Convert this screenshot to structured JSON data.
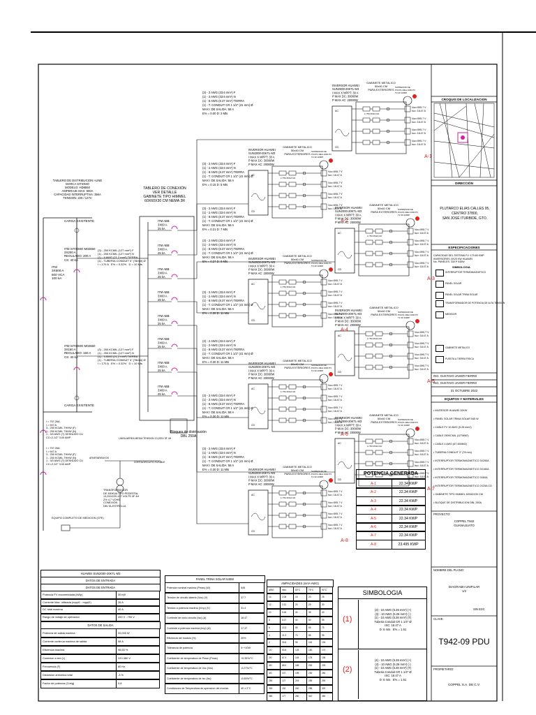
{
  "topbar_note": "",
  "main_board": {
    "lines": [
      "TABLERO DE DISTRIBUCION I-LINE",
      "MARCA SITIOMO",
      "MODELO: HD8550",
      "AMPERAJE MAX: 800A",
      "CAPACIDAD INTERRUPTIVA: 35kA",
      "TENSION: 220 / 127V"
    ]
  },
  "connection_board": {
    "lines": [
      "TABLERO DE CONEXIÓN",
      "VER DETALLE",
      "GABINETE TIPO HIMMEL",
      "60X60X30 CM NEMA 3R"
    ]
  },
  "itm_labels": [
    "ITM ABB",
    "3X60 A",
    "25 kA"
  ],
  "carga_existente": "CARGA EXISTENTE",
  "itm_main": [
    "ITM",
    "3X600 A",
    "600 VCA",
    "100 kA"
  ],
  "itm_secondary": [
    [
      "ITM SITIOMO M02550",
      "3X200 A",
      "REGULADO: 200 A",
      "CS: 40 kA"
    ],
    [
      "ITM SITIOMO M02550",
      "3X160 A",
      "REGULADO: 160 A",
      "CS: 40 kA"
    ]
  ],
  "feeder_texts": [
    [
      "(3) - 250 KCMIL (127 mm²) F",
      "(1) - 250 KCMIL (127 mm²) N",
      "(1) - 4 AWG (21.2 mm²) TIERRA",
      "(1) - TUBERIA CONDUIT 3\" (78mm) Ø",
      "I = 170 A   E% = 0.32%   D = 10 Mts"
    ],
    [
      "(3) - 250 KCMIL (127 mm²) F",
      "(1) - 250 KCMIL (127 mm²) N",
      "(1) - 4 AWG (21.2 mm²) TIERRA",
      "(1) - TUBERIA CONDUIT 3\" (78mm) Ø",
      "I = 170 A   E% = 0.32%   D = 10 Mts"
    ]
  ],
  "branch_texts": [
    [
      "(3) - 2 AWG (33.6 mm²) F",
      "(1) - 2 AWG (33.6 mm²) N",
      "(1) - 8 AWG (8.37 mm²) TIERRA",
      "(1) - T. CONDUIT CR 1 1/2\" (41 mm) Ø",
      "MAX I DE SALIDA: 58 A",
      "E% = 0.00   D: 2 Mts"
    ],
    [
      "(3) - 2 AWG (33.6 mm²) F",
      "(1) - 2 AWG (33.6 mm²) N",
      "(1) - 8 AWG (8.37 mm²) TIERRA",
      "(1) - T. CONDUIT CR 1 1/2\" (41 mm) Ø",
      "MAX I DE SALIDA: 58 A",
      "E% = 0.15   D: 5 Mts"
    ],
    [
      "(3) - 2 AWG (33.6 mm²) F",
      "(1) - 2 AWG (33.6 mm²) N",
      "(1) - 8 AWG (8.37 mm²) TIERRA",
      "(1) - T. CONDUIT CR 1 1/2\" (41 mm) Ø",
      "MAX I DE SALIDA: 58 A",
      "E% = 0.21   D: 7 Mts"
    ],
    [
      "(3) - 2 AWG (33.6 mm²) F",
      "(1) - 2 AWG (33.6 mm²) N",
      "(1) - 8 AWG (8.37 mm²) TIERRA",
      "(1) - T. CONDUIT CR 1 1/2\" (41 mm) Ø",
      "MAX I DE SALIDA: 58 A",
      "E% = 0.27   D: 9 Mts"
    ],
    [
      "(3) - 2 AWG (33.6 mm²) F",
      "(1) - 2 AWG (33.6 mm²) N",
      "(1) - 8 AWG (8.37 mm²) TIERRA",
      "(1) - T. CONDUIT CR 1 1/2\" (41 mm) Ø",
      "MAX I DE SALIDA: 58 A",
      "E% = 0.30   D: 11 Mts"
    ],
    [
      "(3) - 2 AWG (33.6 mm²) F",
      "(1) - 2 AWG (33.6 mm²) N",
      "(1) - 8 AWG (8.37 mm²) TIERRA",
      "(1) - T. CONDUIT CR 1 1/2\" (41 mm) Ø",
      "MAX I DE SALIDA: 58 A",
      "E% = 0.30   D: 11 Mts"
    ],
    [
      "(3) - 2 AWG (33.6 mm²) F",
      "(1) - 2 AWG (33.6 mm²) N",
      "(1) - 8 AWG (8.37 mm²) TIERRA",
      "(1) - T. CONDUIT CR 1 1/2\" (41 mm) Ø",
      "MAX I DE SALIDA: 58 A",
      "E% = 0.30   D: 11 Mts"
    ],
    [
      "(3) - 2 AWG (33.6 mm²) F",
      "(1) - 2 AWG (33.6 mm²) N",
      "(1) - 8 AWG (8.37 mm²) TIERRA",
      "(1) - T. CONDUIT CR 1 1/2\" (41 mm) Ø",
      "MAX I DE SALIDA: 58 A",
      "E% = 0.30   D: 11 Mts"
    ]
  ],
  "inverter": {
    "lines": [
      "INVERSOR HUAWEI",
      "SUN2000-20KTL-M3",
      "I MAX X MPPT: 30 A",
      "P MAX DC: 30000W",
      "P MAX AC: 20000W"
    ],
    "cabinet": [
      "GABINETE METALICO",
      "50x40 CM",
      "PARA EXTERIORES"
    ],
    "surge": [
      "SUPRESOR DE",
      "PICOS 40kA 1000 PV",
      "T2 40 1000P"
    ],
    "voc": "Voc=595.7 V",
    "isc": "Isc= 18.47 A",
    "fuse": "1 ITM 25/2A CD"
  },
  "arrays": [
    "A-1",
    "A-2",
    "A-3",
    "A-4",
    "A-5",
    "A-6",
    "A-7",
    "A-8"
  ],
  "potencia": {
    "title": "POTENCIA GENERADA",
    "rows": [
      {
        "id": "A-1",
        "val": "22.34 KWP"
      },
      {
        "id": "A-2",
        "val": "22.34 KWP"
      },
      {
        "id": "A-3",
        "val": "22.34 KWP"
      },
      {
        "id": "A-4",
        "val": "22.34 KWP"
      },
      {
        "id": "A-5",
        "val": "22.34 KWP"
      },
      {
        "id": "A-6",
        "val": "22.34 KWP"
      },
      {
        "id": "A-7",
        "val": "22.34 KWP"
      },
      {
        "id": "A-8",
        "val": "23.495 KWP"
      }
    ]
  },
  "simbologia": {
    "title": "SIMBOLOGIA",
    "items": [
      {
        "num": "(1)",
        "lines": [
          "(3) - 10 AWG (5.26 mm²) (+)",
          "(3) - 10 AWG (5.26 mm²) (-)",
          "(1) - 10 AWG (5.26 mm²) (T)",
          "Tuberia Conduit CR 1 1/4\" Ø",
          "ISC: 18.47 A",
          "D: 6 mts   E% = 1.51"
        ]
      },
      {
        "num": "(2)",
        "lines": [
          "(4) - 10 AWG (5.26 mm²) (+)",
          "(4) - 10 AWG (5.26 mm²) (-)",
          "(1) - 10 AWG (5.26 mm²) (T)",
          "Tuberia Conduit CR 1 1/4\" Ø",
          "ISC: 18.47 A",
          "D: 6 mts   E% = 1.51"
        ]
      }
    ]
  },
  "inverter_table": {
    "title": "HUAWEI SUN2000-20KTL-M3",
    "sub1": "DATOS DE ENTRADA",
    "header_row": "DATOS DE ENTRADA",
    "input_rows": [
      [
        "Potencia FV recomendada (kWp)",
        "30 kW"
      ],
      [
        "Corriente Max. utilizada (mppt1 - mppt2)",
        "26 A"
      ],
      [
        "DC total maxima",
        "40 A"
      ],
      [
        "Rango de voltaje de operacion",
        "200 V - 750 V"
      ]
    ],
    "sub2": "DATOS DE SALIDA",
    "output_rows": [
      [
        "Potencia de salida maxima",
        "20,000 W"
      ],
      [
        "Corriente continua maxima de salida",
        "58 A"
      ],
      [
        "Eficiencia maxima",
        "98.65 %"
      ],
      [
        "Conexion a red (L)",
        "220-380 V"
      ],
      [
        "Frecuencia (F)",
        "60 Hz"
      ],
      [
        "Distorsion armonica total",
        "-3 %"
      ],
      [
        "Factor de potencia (Coeg)",
        "0.8"
      ]
    ]
  },
  "panel_table": {
    "title": "PANEL TRINA SOLAR 545W",
    "rows": [
      [
        "Potencia nominal maxima (Pmax) (W)",
        "545"
      ],
      [
        "Tension de circuito abierto (Voc) (V)",
        "37.7"
      ],
      [
        "Tension a potencia maxima (Vmp) (V)",
        "31.4"
      ],
      [
        "Corriente de corto circuito (Isc) (A)",
        "18.47"
      ],
      [
        "Corriente a potencia maxima (Imp) (A)",
        "17.37"
      ],
      [
        "Eficiencia del modulo (%)",
        "20%"
      ],
      [
        "Tolerancia de potencia",
        "0~+10W"
      ],
      [
        "Coeficiente de temperatura de Pmax (Pmax)",
        "+0.35%/°C"
      ],
      [
        "Coeficiente de temperatura de Voc (Voc)",
        "-0.27%/°C"
      ],
      [
        "Coeficiente de temperatura de Isc (Isc)",
        "-0.05%/°C"
      ],
      [
        "Condiciones de Temperatura de operacion del modulo",
        "40 ± 2°C"
      ]
    ]
  },
  "ampacidad": {
    "title": "AMPACIDADES (mm²-AWG)",
    "header": [
      "AWG",
      "mm²",
      "60°C",
      "75°C",
      "90°C"
    ],
    "rows": [
      [
        "14",
        "2.08",
        "15",
        "20",
        "25"
      ],
      [
        "12",
        "3.31",
        "20",
        "25",
        "30"
      ],
      [
        "10",
        "5.26",
        "30",
        "35",
        "40"
      ],
      [
        "8",
        "8.37",
        "40",
        "50",
        "55"
      ],
      [
        "6",
        "13.3",
        "55",
        "65",
        "75"
      ],
      [
        "4",
        "21.2",
        "70",
        "85",
        "95"
      ],
      [
        "2",
        "33.6",
        "95",
        "115",
        "130"
      ],
      [
        "1/0",
        "53.5",
        "125",
        "150",
        "170"
      ],
      [
        "2/0",
        "67.4",
        "145",
        "175",
        "195"
      ],
      [
        "3/0",
        "85.0",
        "165",
        "200",
        "225"
      ],
      [
        "4/0",
        "107",
        "195",
        "230",
        "260"
      ],
      [
        "250",
        "127",
        "215",
        "255",
        "290"
      ],
      [
        "300",
        "152",
        "240",
        "285",
        "320"
      ],
      [
        "350",
        "177",
        "260",
        "310",
        "350"
      ]
    ]
  },
  "transformer": {
    "lines": [
      "TRANSFORMADOR",
      "DE 300KVA TIPO PEDESTAL",
      "13,200/220-127 VOLTS 3F 4H",
      "Z% 4.7 VOHS",
      "CONEXION",
      "DELTA-ESTRELLA"
    ]
  },
  "meter_label": "EQUIPO COMPLETO DE MEDICION (CFE)",
  "distribution_blocks": [
    "Bloques de distribución",
    "DBL 250A"
  ],
  "left_notes": [
    [
      "I = 757.26A",
      "I = 947 A",
      "3 - 250 KCMIL THHW (F)",
      "1 - 250 KCMIL THHW (N)",
      "1 - 3/0 AWG (T) DESNUDO CU",
      "CC=2-1/2\" 3.00 AMP"
    ],
    [
      "I = 757.26A",
      "I = 947 A",
      "3 - 250 KCMIL THHW (F)",
      "1 - 250 KCMIL THHW (N)",
      "1 - 3/0 AWG (T) DESNUDO CU",
      "CC=2-1/2\" 3.00 AMP"
    ]
  ],
  "misc_notes": [
    "LINEA AEREA MEDIA TENSION 13,200V 3F 4H",
    "APARTARRAYOS",
    "CORTACIRCUITO FUSIBLE",
    "APARTARRAYOS FUSIBLE 3M"
  ],
  "sidebar": {
    "croquis": "CROQUIS DE LOCALIZACION",
    "direccion_h": "DIRECCIÓN",
    "direccion": [
      "PLUTARCO ELIAS CALLES 95,",
      "CENTRO 37800,",
      "SAN JOSÉ ITURBIDE, GTO."
    ],
    "espec_h": "ESPECIFICACIONES",
    "espec": [
      "CAPACIDAD DEL SISTEMA FV: 179.65 KWP",
      "INVERSORES: 8X20 KW HUAWEI",
      "No. PANELES: 330 P 545W"
    ],
    "simb_h": "SIMBOLOGIA",
    "simb": [
      "INTERRUPTOR TERMOMAGNETICO",
      "PANEL SOLAR",
      "PANEL SOLAR TRINA SOLAR",
      "TRANSFORMADOR DE POTENCIA DE ALTA TENSION",
      "MEDIDOR",
      "GABINETE METALICO",
      "PUESTA A TIERRA FISICA"
    ],
    "ing1": "ING. GUSTAVO JAVIER FIERRO",
    "ing2": "ING. GUSTAVO JAVIER FIERRO",
    "fecha": "31 OCTUBRE 2022",
    "equipos_h": "EQUIPOS Y MATERIALES",
    "equipos": [
      "INVERSOR HUAWEI 20KW",
      "PANEL SOLAR TRINA SOLAR 545 W",
      "CABLE FV 10 AWG (5.26 mm2)",
      "CABLE 250KCMIL (127MM2)",
      "CABLE 4 AWG (67.45MM2)",
      "TUBERIA CONDUIT 3\" (78 mm)",
      "INTERRUPTOR TERMOMAGNETICO 3X250A",
      "INTERRUPTOR TERMOMAGNETICO 3X160A",
      "INTERRUPTOR TERMOMAGNETICO 3X60A",
      "INTERRUPTOR TERMOMAGNETICO 2X25A CD",
      "GABINETE TIPO HIMMEL 60X60X30 CM",
      "BLOQUE DE DISTRIBUCION DBL 250A"
    ],
    "proyecto_h": "PROYECTO:",
    "proyecto": [
      "COPPEL T942",
      "GUANAJUATO"
    ],
    "nombre_h": "NOMBRE DEL PLANO:",
    "nombre": [
      "DIAGRAMA UNIFILAR",
      "1/2"
    ],
    "esc": "SIN ESC",
    "clave_h": "CLAVE:",
    "clave": "T942-09 PDU",
    "prop_h": "PROPIETARIO:",
    "prop": "COPPEL S.A. DE C.V."
  },
  "colors": {
    "accent": "#e0201c",
    "pink": "#d11fa0",
    "line": "#000000"
  }
}
